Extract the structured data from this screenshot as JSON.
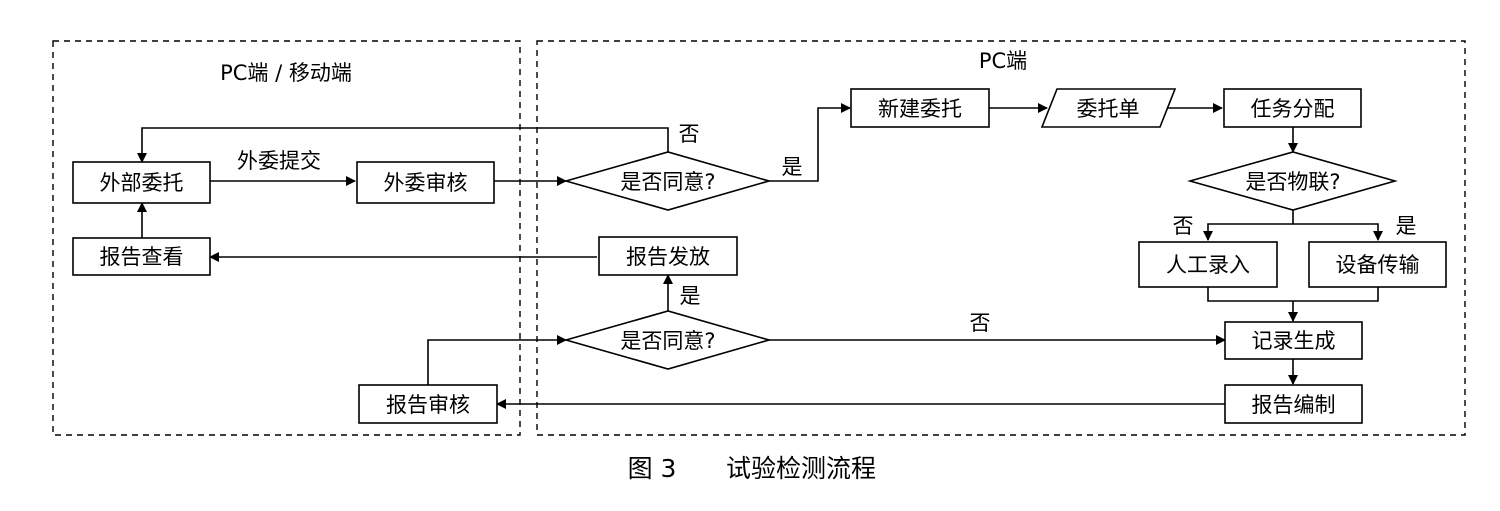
{
  "regions": {
    "left_title": "PC端 / 移动端",
    "right_title": "PC端"
  },
  "nodes": {
    "external_commission": "外部委托",
    "external_review": "外委审核",
    "decision_agree_1": "是否同意?",
    "new_commission": "新建委托",
    "commission_form": "委托单",
    "task_assign": "任务分配",
    "decision_iot": "是否物联?",
    "manual_entry": "人工录入",
    "device_transfer": "设备传输",
    "record_generate": "记录生成",
    "report_compile": "报告编制",
    "report_review": "报告审核",
    "decision_agree_2": "是否同意?",
    "report_issue": "报告发放",
    "report_view": "报告查看"
  },
  "edge_labels": {
    "external_submit": "外委提交",
    "agree1_no": "否",
    "agree1_yes": "是",
    "iot_no": "否",
    "iot_yes": "是",
    "agree2_no": "否",
    "agree2_yes": "是"
  },
  "caption": {
    "figure_number": "图 3",
    "title": "试验检测流程"
  }
}
